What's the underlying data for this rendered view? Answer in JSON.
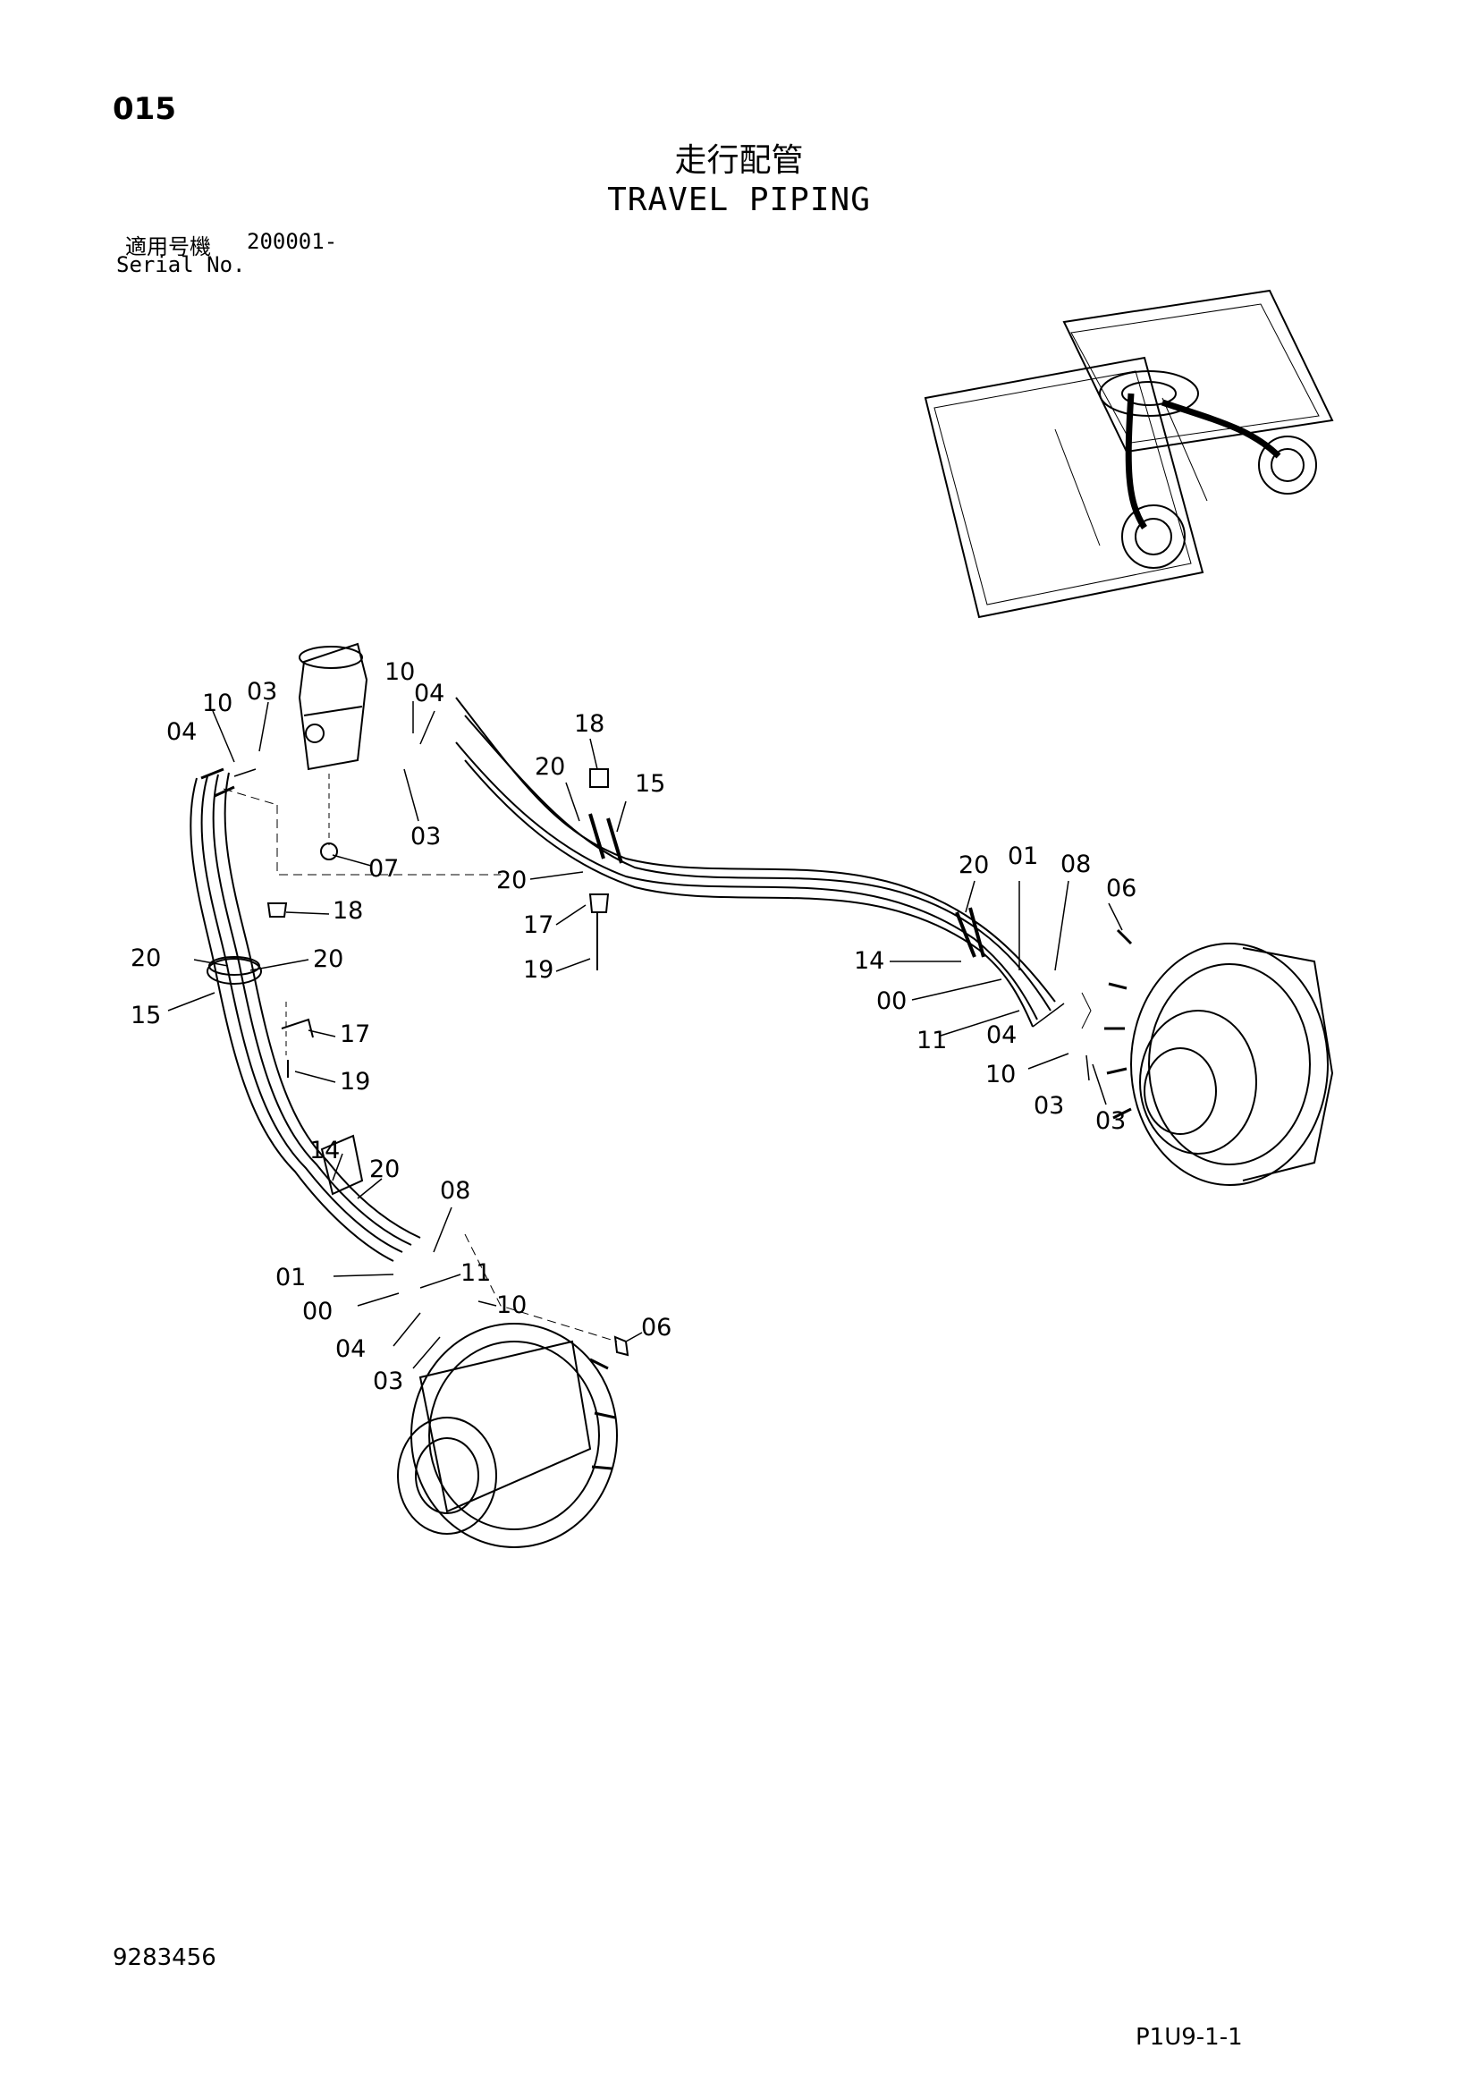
{
  "header": {
    "page_number": "015",
    "title_ja": "走行配管",
    "title_en": "TRAVEL PIPING",
    "serial_label_ja": "適用号機",
    "serial_value": "200001-",
    "serial_label_en": "Serial No."
  },
  "callouts": {
    "top_left_swivel": [
      "10",
      "03",
      "10",
      "04",
      "04",
      "03",
      "07"
    ],
    "left_hose_run": [
      "18",
      "20",
      "20",
      "15",
      "17",
      "19"
    ],
    "center_clamp": [
      "18",
      "20",
      "15",
      "20",
      "17",
      "19"
    ],
    "right_motor": [
      "20",
      "01",
      "08",
      "06",
      "14",
      "00",
      "11",
      "04",
      "10",
      "03",
      "03"
    ],
    "left_motor": [
      "14",
      "20",
      "08",
      "01",
      "11",
      "00",
      "10",
      "06",
      "04",
      "03"
    ]
  },
  "footer": {
    "document_number": "9283456",
    "page_code": "P1U9-1-1"
  }
}
